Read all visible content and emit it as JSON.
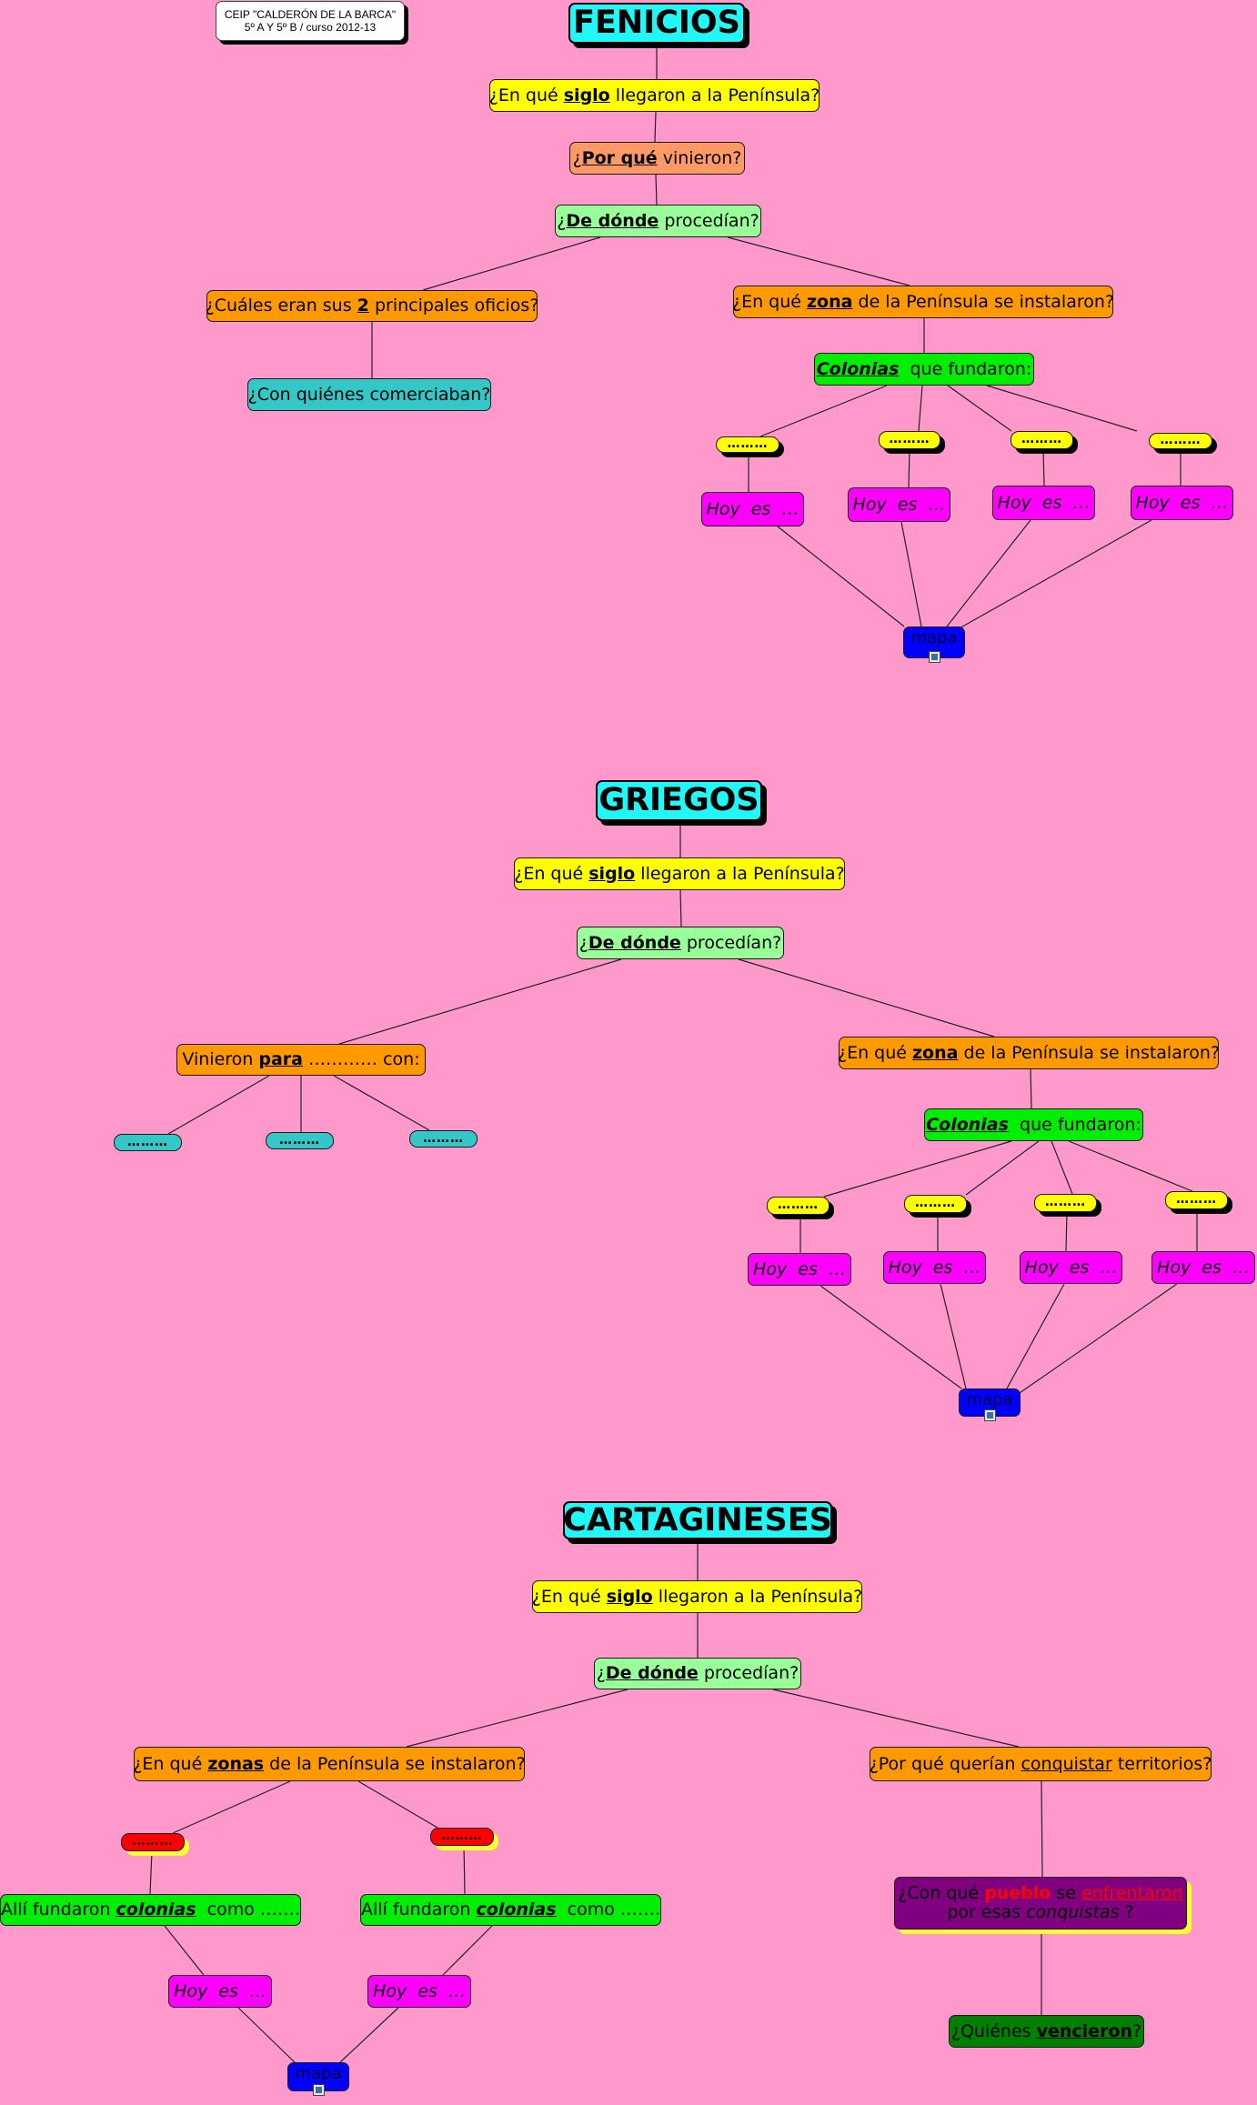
{
  "header": {
    "line1": "CEIP \"CALDERÓN DE LA BARCA\"",
    "line2": "5º A Y 5º B / curso 2012-13"
  },
  "fenicios": {
    "title": "FENICIOS",
    "siglo": {
      "pre": "¿En qué ",
      "kw": "siglo",
      "post": " llegaron a la Península?"
    },
    "porque": {
      "pre": "¿",
      "kw": "Por qué",
      "post": " vinieron?"
    },
    "donde": {
      "pre": "¿",
      "kw": "De dónde",
      "post": " procedían?"
    },
    "oficios": {
      "pre": "¿Cuáles eran sus ",
      "kw": "2",
      "post": " principales oficios?"
    },
    "comercio": "¿Con quiénes comerciaban?",
    "zona": {
      "pre": "¿En qué ",
      "kw": "zona",
      "post": " de la Península se instalaron?"
    },
    "colonias": {
      "kw": "Colonias",
      "post": "  que fundaron:"
    },
    "dots": [
      "………",
      "………",
      "………",
      "………"
    ],
    "hoy": [
      "Hoy  es  …",
      "Hoy  es  …",
      "Hoy  es  …",
      "Hoy  es  …"
    ],
    "mapa": "mapa"
  },
  "griegos": {
    "title": "GRIEGOS",
    "siglo": {
      "pre": "¿En qué ",
      "kw": "siglo",
      "post": " llegaron a la Península?"
    },
    "donde": {
      "pre": "¿",
      "kw": "De dónde",
      "post": " procedían?"
    },
    "para": {
      "pre": "Vinieron ",
      "kw": "para",
      "post": " ………… con:"
    },
    "para_dots": [
      "………",
      "………",
      "………"
    ],
    "zona": {
      "pre": "¿En qué ",
      "kw": "zona",
      "post": " de la Península se instalaron?"
    },
    "colonias": {
      "kw": "Colonias",
      "post": "  que fundaron:"
    },
    "dots": [
      "………",
      "………",
      "………",
      "………"
    ],
    "hoy": [
      "Hoy  es  …",
      "Hoy  es  …",
      "Hoy  es  …",
      "Hoy  es  …"
    ],
    "mapa": "mapa"
  },
  "cartagineses": {
    "title": "CARTAGINESES",
    "siglo": {
      "pre": "¿En qué ",
      "kw": "siglo",
      "post": " llegaron a la Península?"
    },
    "donde": {
      "pre": "¿",
      "kw": "De dónde",
      "post": " procedían?"
    },
    "zonas": {
      "pre": "¿En qué ",
      "kw": "zonas",
      "post": " de la Península se instalaron?"
    },
    "conquistar": {
      "pre": "¿Por qué querían ",
      "kw": "conquistar",
      "post": " territorios?"
    },
    "red_dots": [
      "………",
      "………"
    ],
    "fundaron": [
      {
        "pre": "Allí fundaron ",
        "kw": "colonias",
        "post": "  como ……."
      },
      {
        "pre": "Allí fundaron ",
        "kw": "colonias",
        "post": "  como ……."
      }
    ],
    "hoy": [
      "Hoy  es  …",
      "Hoy  es  …"
    ],
    "mapa": "mapa",
    "pueblo": {
      "pre": "¿Con qué ",
      "kw": "pueblo",
      "mid": " se ",
      "kw2": "enfrentaron",
      "line2_pre": "por esas ",
      "line2_it": "conquistas",
      "line2_post": " ?"
    },
    "vencieron": {
      "pre": "¿Quiénes ",
      "kw": "vencieron",
      "post": "?"
    }
  },
  "colors": {
    "background": "#ff99cc",
    "title": "#22f7f7",
    "yellow": "#ffff00",
    "salmon": "#ff9966",
    "light_green": "#99ff99",
    "orange": "#ff9900",
    "teal": "#33c7c7",
    "green": "#00ee00",
    "magenta": "#ff00ff",
    "blue": "#0000ff",
    "red": "#ff0000",
    "purple": "#800080",
    "dark_green": "#008000"
  }
}
